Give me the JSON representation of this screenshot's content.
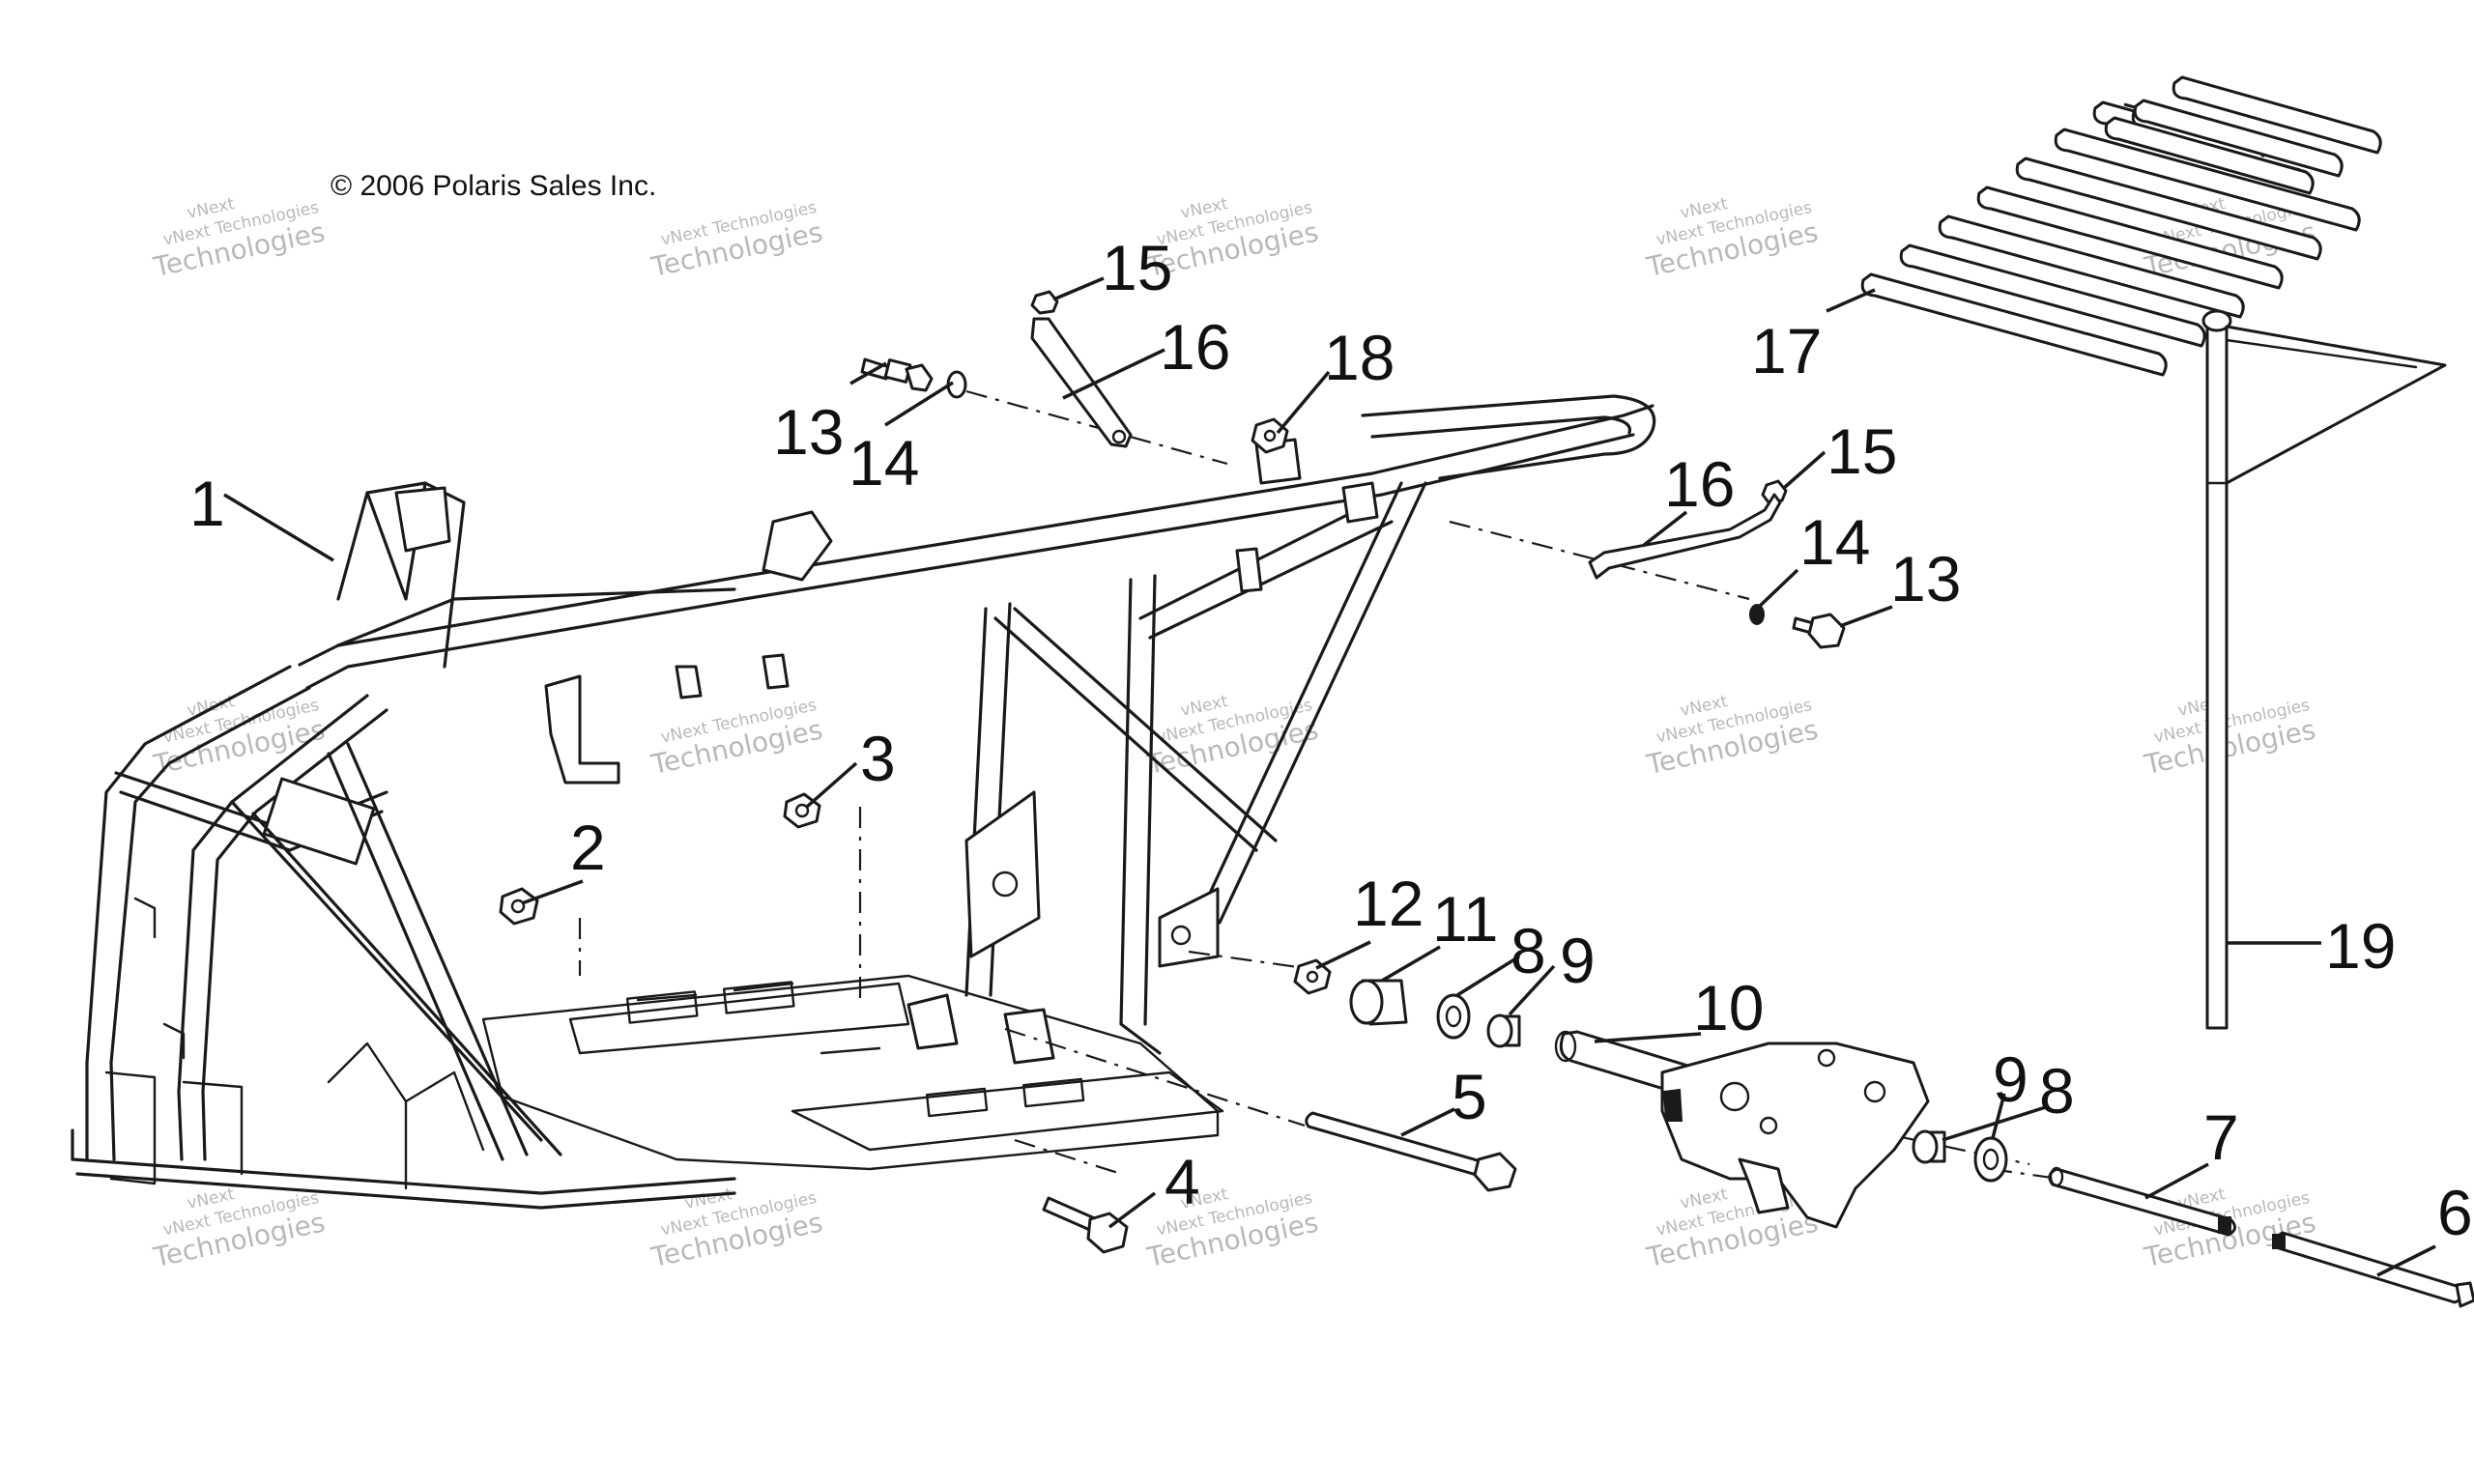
{
  "copyright": "© 2006 Polaris Sales Inc.",
  "watermark": {
    "small": "vNext Technologies",
    "large": "Technologies",
    "top": "vNext"
  },
  "callouts": {
    "c1": "1",
    "c2": "2",
    "c3": "3",
    "c4": "4",
    "c5": "5",
    "c6": "6",
    "c7": "7",
    "c8a": "8",
    "c8b": "8",
    "c9a": "9",
    "c9b": "9",
    "c10": "10",
    "c11": "11",
    "c12": "12",
    "c13a": "13",
    "c13b": "13",
    "c14a": "14",
    "c14b": "14",
    "c15a": "15",
    "c15b": "15",
    "c16a": "16",
    "c16b": "16",
    "c17": "17",
    "c18": "18",
    "c19": "19"
  }
}
